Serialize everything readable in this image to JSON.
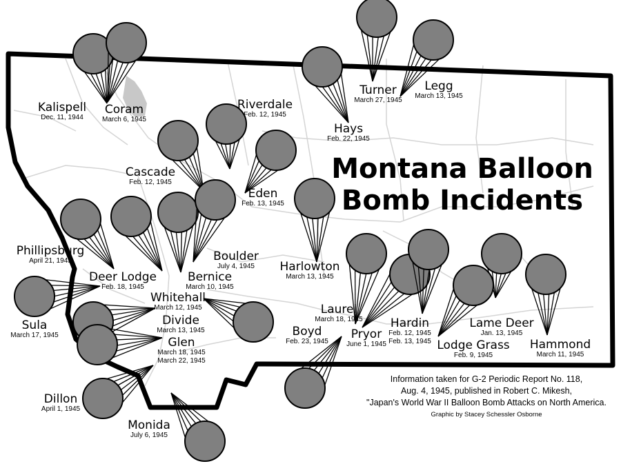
{
  "title": {
    "line1": "Montana Balloon",
    "line2": "Bomb Incidents"
  },
  "source_note": {
    "line1": "Information taken for G-2 Periodic Report No. 118,",
    "line2": "Aug. 4, 1945, published in Robert C. Mikesh,",
    "line3": "\"Japan's World War II Balloon Bomb Attacks on North America.",
    "credit": "Graphic by Stacey Schessler Osborne"
  },
  "colors": {
    "balloon_fill": "#808080",
    "outline": "#000000",
    "background": "#ffffff",
    "flathead_lake": "#c8c8c8",
    "roads": "#d4d4d4"
  },
  "incidents": [
    {
      "place": "Kalispell",
      "dates": [
        "Dec. 11, 1944"
      ]
    },
    {
      "place": "Coram",
      "dates": [
        "March 6, 1945"
      ]
    },
    {
      "place": "Riverdale",
      "dates": [
        "Feb. 12, 1945"
      ]
    },
    {
      "place": "Cascade",
      "dates": [
        "Feb. 12, 1945"
      ]
    },
    {
      "place": "Eden",
      "dates": [
        "Feb. 13, 1945"
      ]
    },
    {
      "place": "Hays",
      "dates": [
        "Feb. 22, 1945"
      ]
    },
    {
      "place": "Turner",
      "dates": [
        "March 27, 1945"
      ]
    },
    {
      "place": "Legg",
      "dates": [
        "March 13, 1945"
      ]
    },
    {
      "place": "Phillipsburg",
      "dates": [
        "April 21, 1945"
      ]
    },
    {
      "place": "Deer Lodge",
      "dates": [
        "Feb. 18, 1945"
      ]
    },
    {
      "place": "Boulder",
      "dates": [
        "July 4, 1945"
      ]
    },
    {
      "place": "Bernice",
      "dates": [
        "March 10, 1945"
      ]
    },
    {
      "place": "Harlowton",
      "dates": [
        "March 13, 1945"
      ]
    },
    {
      "place": "Whitehall",
      "dates": [
        "March 12, 1945"
      ]
    },
    {
      "place": "Divide",
      "dates": [
        "March 13, 1945"
      ]
    },
    {
      "place": "Glen",
      "dates": [
        "March 18, 1945",
        "March 22, 1945"
      ]
    },
    {
      "place": "Sula",
      "dates": [
        "March 17, 1945"
      ]
    },
    {
      "place": "Dillon",
      "dates": [
        "April 1, 1945"
      ]
    },
    {
      "place": "Monida",
      "dates": [
        "July 6, 1945"
      ]
    },
    {
      "place": "Laurel",
      "dates": [
        "March 18, 1945"
      ]
    },
    {
      "place": "Boyd",
      "dates": [
        "Feb. 23, 1945"
      ]
    },
    {
      "place": "Pryor",
      "dates": [
        "June 1, 1945"
      ]
    },
    {
      "place": "Hardin",
      "dates": [
        "Feb. 12, 1945",
        "Feb. 13, 1945"
      ]
    },
    {
      "place": "Lame Deer",
      "dates": [
        "Jan. 13, 1945"
      ]
    },
    {
      "place": "Lodge Grass",
      "dates": [
        "Feb. 9, 1945"
      ]
    },
    {
      "place": "Hammond",
      "dates": [
        "March 11, 1945"
      ]
    }
  ]
}
